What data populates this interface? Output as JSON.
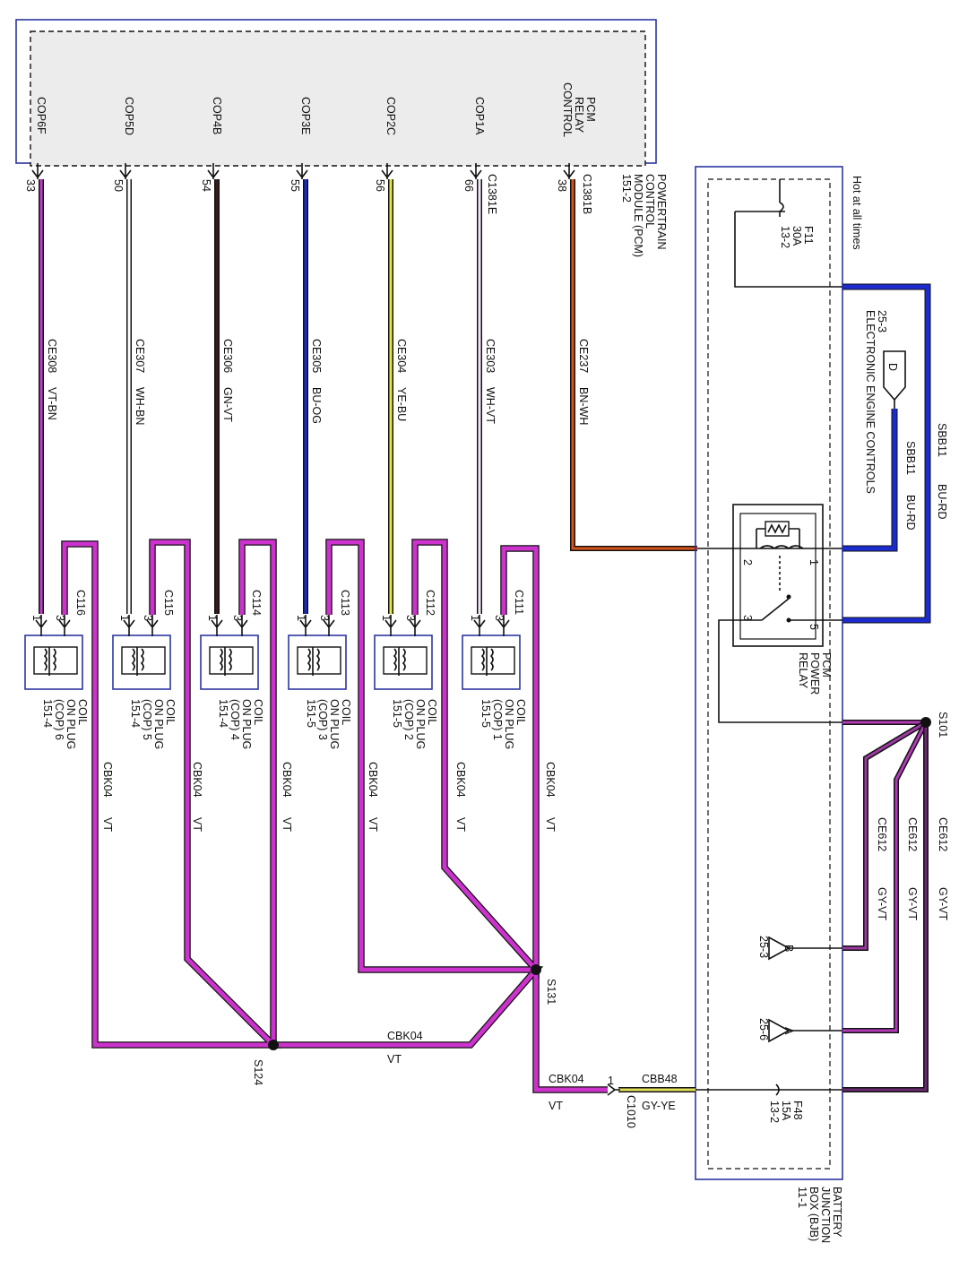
{
  "pcm": {
    "title": [
      "POWERTRAIN",
      "CONTROL",
      "MODULE (PCM)",
      "151-2"
    ],
    "relay_control": [
      "PCM",
      "RELAY",
      "CONTROL"
    ],
    "pins": [
      "COP6F",
      "COP5D",
      "COP4B",
      "COP3E",
      "COP2C",
      "COP1A"
    ]
  },
  "connectors": {
    "c1381e": "C1381E",
    "c1381b": "C1381B",
    "pin_numbers": [
      "33",
      "50",
      "54",
      "55",
      "56",
      "66",
      "38"
    ]
  },
  "circuits": [
    {
      "id": "CE308",
      "color": "VT-BN"
    },
    {
      "id": "CE307",
      "color": "WH-BN"
    },
    {
      "id": "CE306",
      "color": "GN-VT"
    },
    {
      "id": "CE305",
      "color": "BU-OG"
    },
    {
      "id": "CE304",
      "color": "YE-BU"
    },
    {
      "id": "CE303",
      "color": "WH-VT"
    },
    {
      "id": "CE237",
      "color": "BN-WH"
    }
  ],
  "coils": [
    {
      "connector": "C116",
      "label": [
        "COIL",
        "ON PLUG",
        "(COP) 6",
        "151-4"
      ]
    },
    {
      "connector": "C115",
      "label": [
        "COIL",
        "ON PLUG",
        "(COP) 5",
        "151-4"
      ]
    },
    {
      "connector": "C114",
      "label": [
        "COIL",
        "ON PLUG",
        "(COP) 4",
        "151-4"
      ]
    },
    {
      "connector": "C113",
      "label": [
        "COIL",
        "ON PLUG",
        "(COP) 3",
        "151-5"
      ]
    },
    {
      "connector": "C112",
      "label": [
        "COIL",
        "ON PLUG",
        "(COP) 2",
        "151-5"
      ]
    },
    {
      "connector": "C111",
      "label": [
        "COIL",
        "ON PLUG",
        "(COP) 1",
        "151-5"
      ]
    }
  ],
  "coil_pins": {
    "p1": "1",
    "p3": "3"
  },
  "ground": {
    "circuit": "CBK04",
    "color": "VT",
    "splice_s124": "S124",
    "splice_s131": "S131"
  },
  "bjb": {
    "title": [
      "BATTERY",
      "JUNCTION",
      "BOX (BJB)",
      "11-1"
    ],
    "hot": "Hot at all times",
    "f11": [
      "F11",
      "30A",
      "13-2"
    ],
    "f48": [
      "F48",
      "15A",
      "13-2"
    ],
    "sbb11": "SBB11",
    "sbb11_color": "BU-RD",
    "sbb11_inner": "SBB11",
    "sbb11_inner_color": "BU-RD",
    "eec": [
      "25-3",
      "ELECTRONIC ENGINE CONTROLS"
    ],
    "eec_letter": "D",
    "relay": [
      "PCM",
      "POWER",
      "RELAY"
    ],
    "relay_pins": [
      "1",
      "2",
      "3",
      "5"
    ],
    "s101": "S101",
    "ce612": "CE612",
    "gyvt": "GY-VT",
    "ref_b": "25-3",
    "ref_a": "25-6",
    "letter_b": "B",
    "letter_a": "A"
  },
  "c1010": {
    "connector": "C1010",
    "pin": "1",
    "circuit": "CBB48",
    "color": "GY-YE",
    "left_circuit": "CBK04",
    "left_color": "VT"
  }
}
